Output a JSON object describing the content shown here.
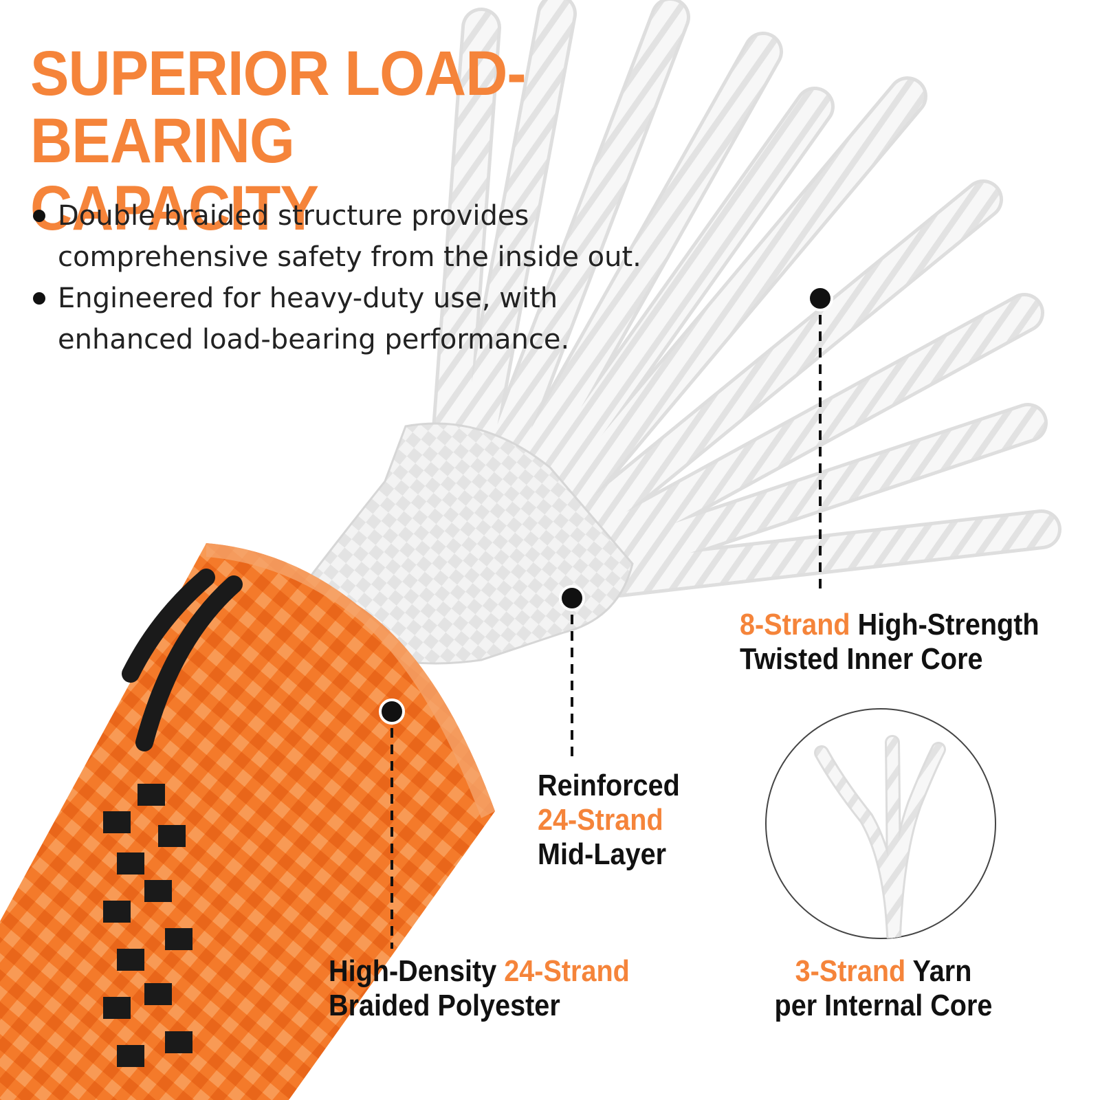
{
  "colors": {
    "accent": "#f5843a",
    "text": "#111111",
    "rope_orange": "#f07a2c",
    "rope_black": "#1a1a1a",
    "rope_white": "#f4f4f4"
  },
  "headline": {
    "line1": "SUPERIOR LOAD-BEARING",
    "line2": "CAPACITY"
  },
  "bullets": [
    {
      "line1": "Double braided structure provides",
      "line2": "comprehensive safety from the inside out."
    },
    {
      "line1": "Engineered for heavy-duty use, with",
      "line2": "enhanced load-bearing performance."
    }
  ],
  "callouts": {
    "inner_core": {
      "highlight": "8-Strand",
      "rest": " High-Strength",
      "line2": "Twisted Inner Core"
    },
    "mid_layer": {
      "line1": "Reinforced",
      "highlight": "24-Strand",
      "line3": "Mid-Layer"
    },
    "outer": {
      "lead": "High-Density ",
      "highlight": "24-Strand",
      "line2": "Braided Polyester"
    },
    "yarn": {
      "highlight": "3-Strand",
      "rest": " Yarn",
      "line2": "per Internal Core"
    }
  },
  "icons": {
    "marker": "dot-marker-icon",
    "leader": "dashed-leader-line"
  }
}
